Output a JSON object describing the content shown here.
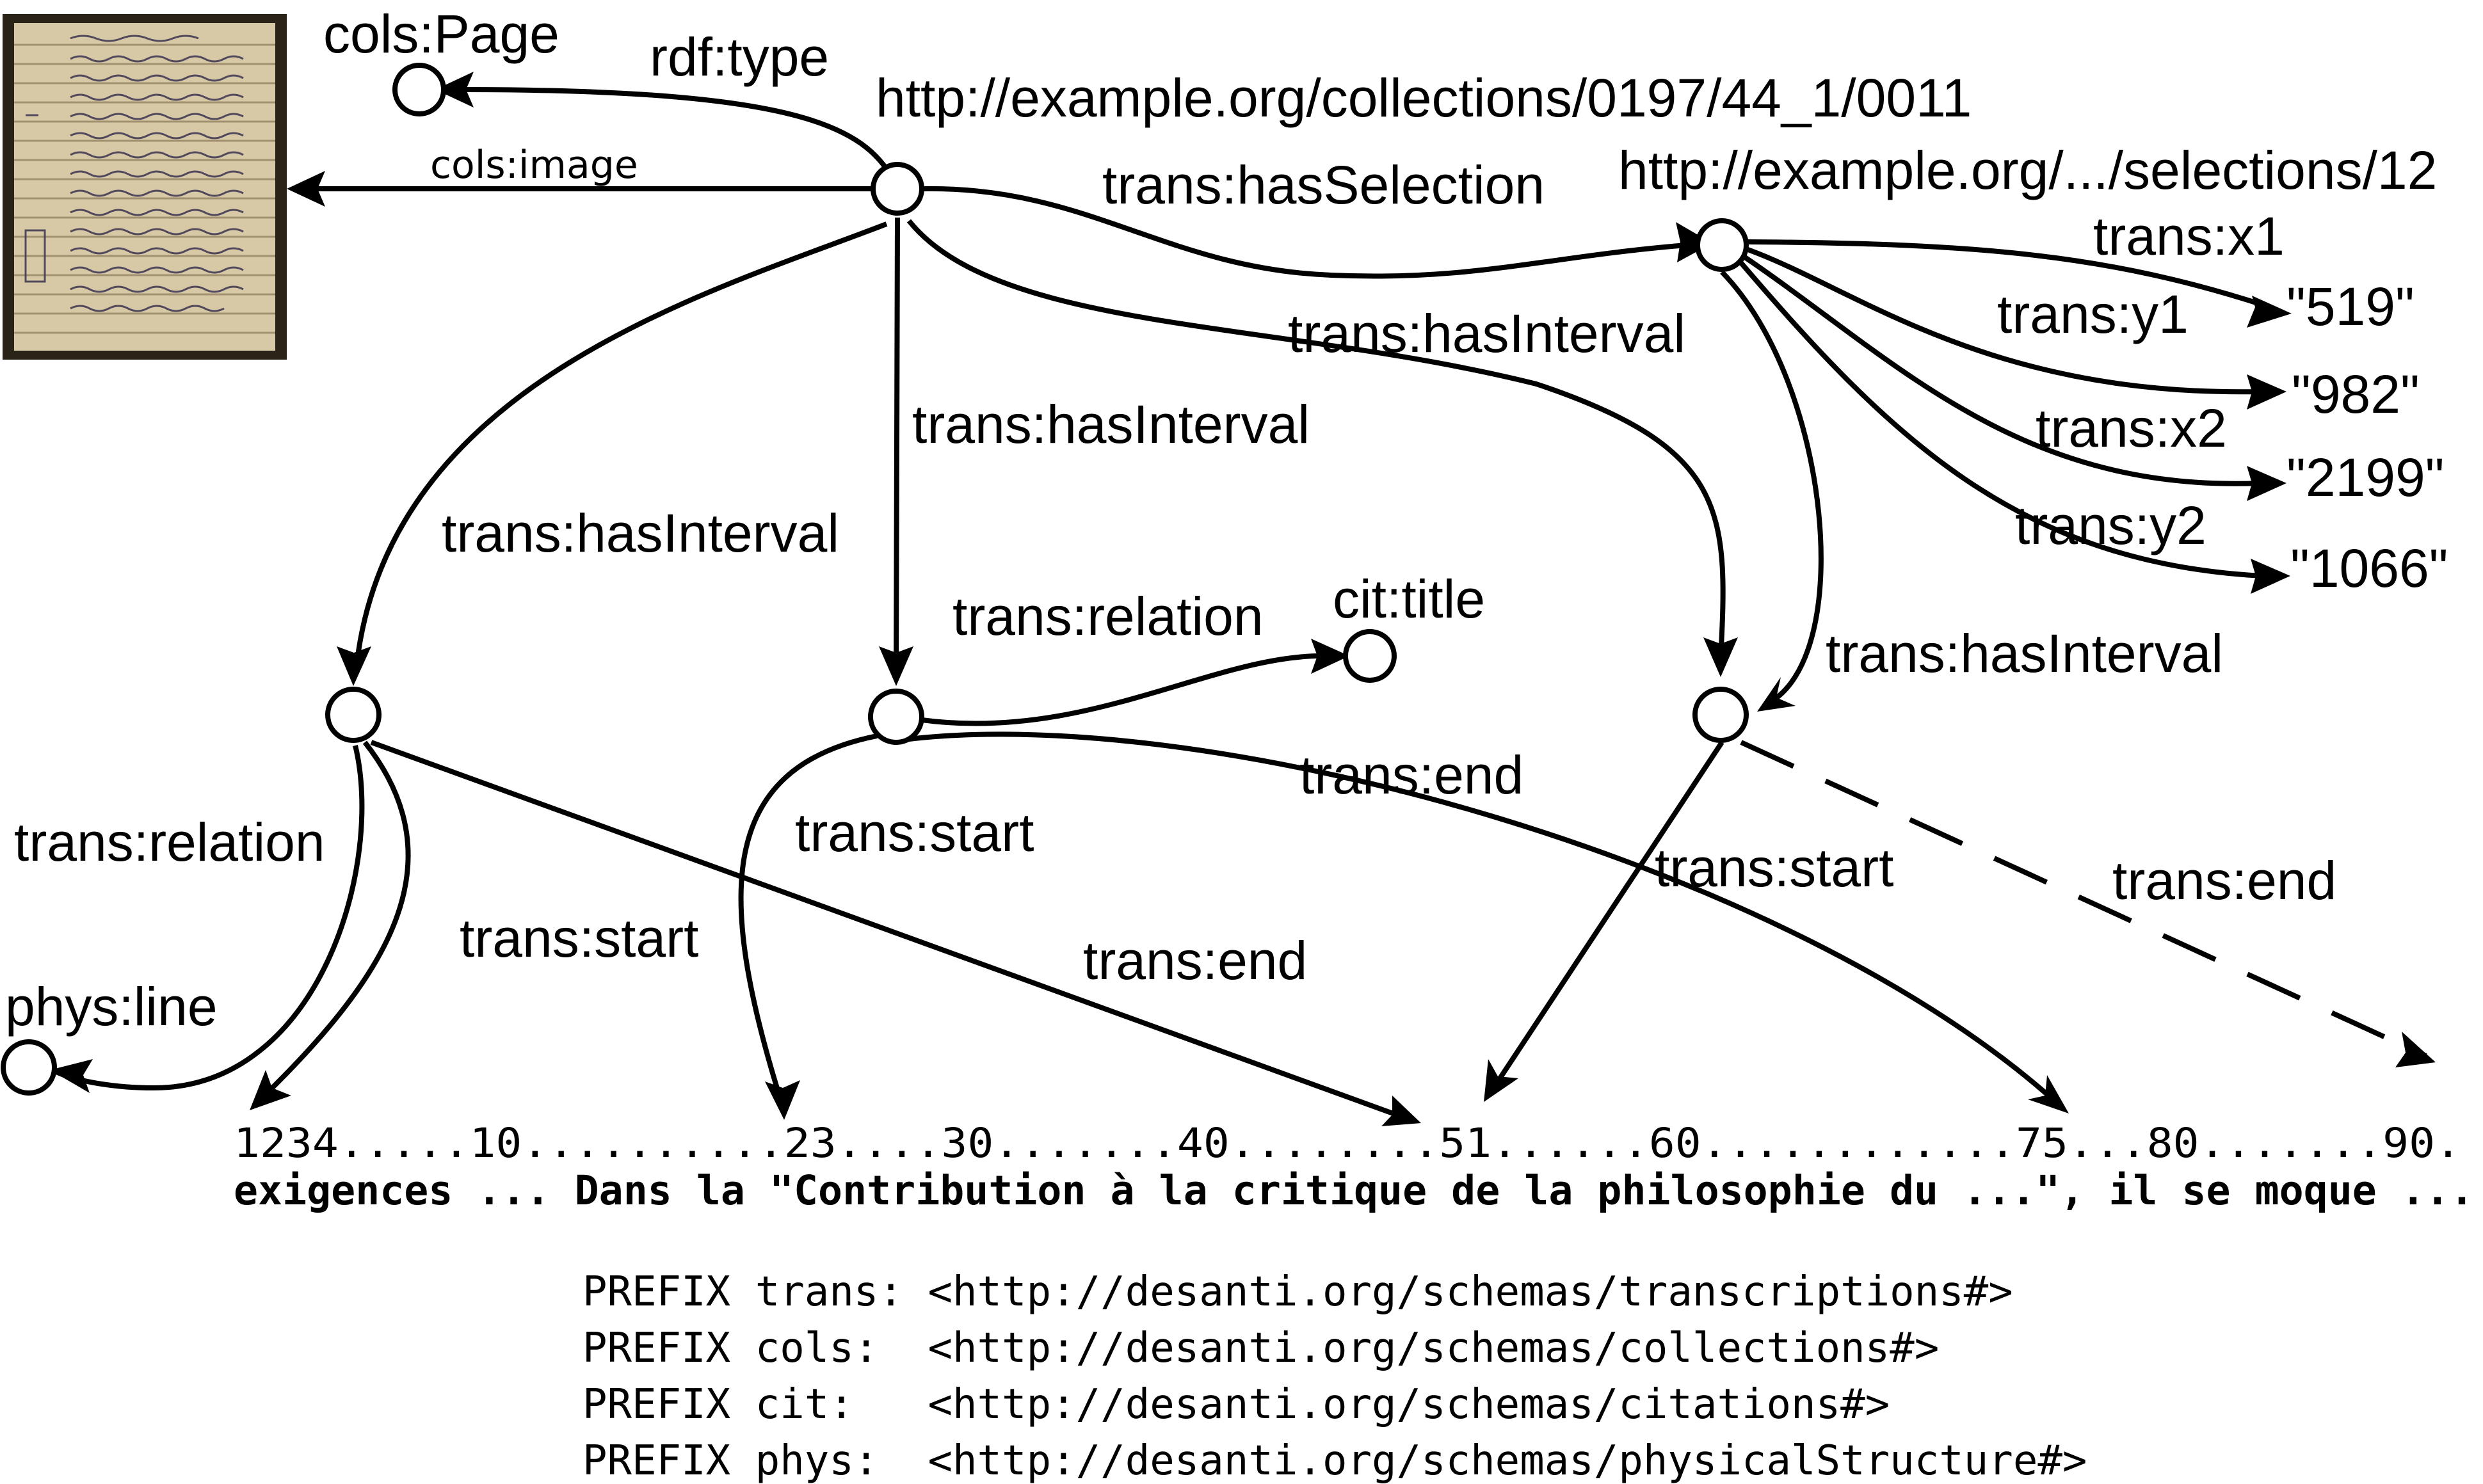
{
  "thumbnail": {
    "icon": "manuscript-page-image"
  },
  "nodes": {
    "page_class": "cols:Page",
    "page_uri": "http://example.org/collections/0197/44_1/0011",
    "selection_uri": "http://example.org/.../selections/12",
    "title_class": "cit:title",
    "line_class": "phys:line"
  },
  "edges": {
    "rdf_type": "rdf:type",
    "cols_image": "cols:image",
    "has_selection": "trans:hasSelection",
    "has_interval_mid": "trans:hasInterval",
    "has_interval_right": "trans:hasInterval",
    "has_interval_left": "trans:hasInterval",
    "has_interval_sel": "trans:hasInterval",
    "x1": "trans:x1",
    "y1": "trans:y1",
    "x2": "trans:x2",
    "y2": "trans:y2",
    "relation_mid": "trans:relation",
    "relation_left": "trans:relation",
    "start_left": "trans:start",
    "end_left": "trans:end",
    "start_mid": "trans:start",
    "end_mid": "trans:end",
    "start_right": "trans:start",
    "end_right": "trans:end"
  },
  "values": {
    "x1": "\"519\"",
    "y1": "\"982\"",
    "x2": "\"2199\"",
    "y2": "\"1066\""
  },
  "text_index": "1234.....10..........23....30.......40........51......60............75...80.......90.",
  "text_line": "exigences ... Dans la \"Contribution à la critique de la philosophie du ...\", il se moque ...",
  "prefixes": [
    "PREFIX trans: <http://desanti.org/schemas/transcriptions#>",
    "PREFIX cols:  <http://desanti.org/schemas/collections#>",
    "PREFIX cit:   <http://desanti.org/schemas/citations#>",
    "PREFIX phys:  <http://desanti.org/schemas/physicalStructure#>"
  ]
}
